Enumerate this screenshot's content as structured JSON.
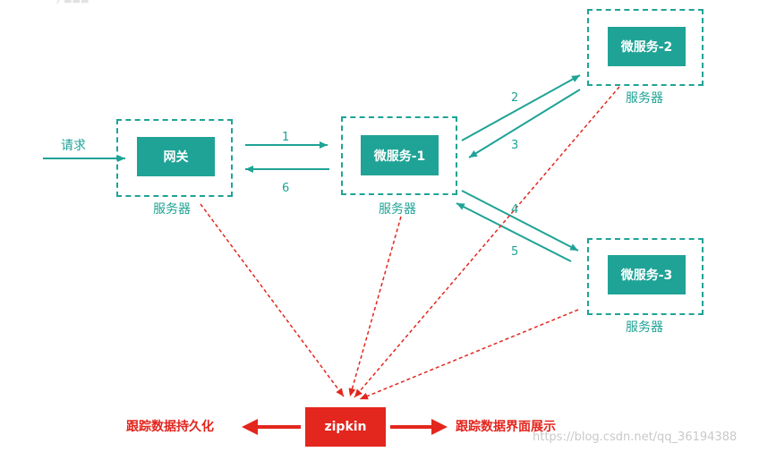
{
  "request_label": "请求",
  "gateway": {
    "label": "网关",
    "caption": "服务器"
  },
  "ms1": {
    "label": "微服务-1",
    "caption": "服务器"
  },
  "ms2": {
    "label": "微服务-2",
    "caption": "服务器"
  },
  "ms3": {
    "label": "微服务-3",
    "caption": "服务器"
  },
  "arrows": [
    "1",
    "2",
    "3",
    "4",
    "5",
    "6"
  ],
  "zipkin": {
    "label": "zipkin",
    "left_label": "跟踪数据持久化",
    "right_label": "跟踪数据界面展示"
  },
  "watermark": "https://blog.csdn.net/qq_36194388",
  "colors": {
    "teal": "#1fa396",
    "red": "#e3261e"
  }
}
